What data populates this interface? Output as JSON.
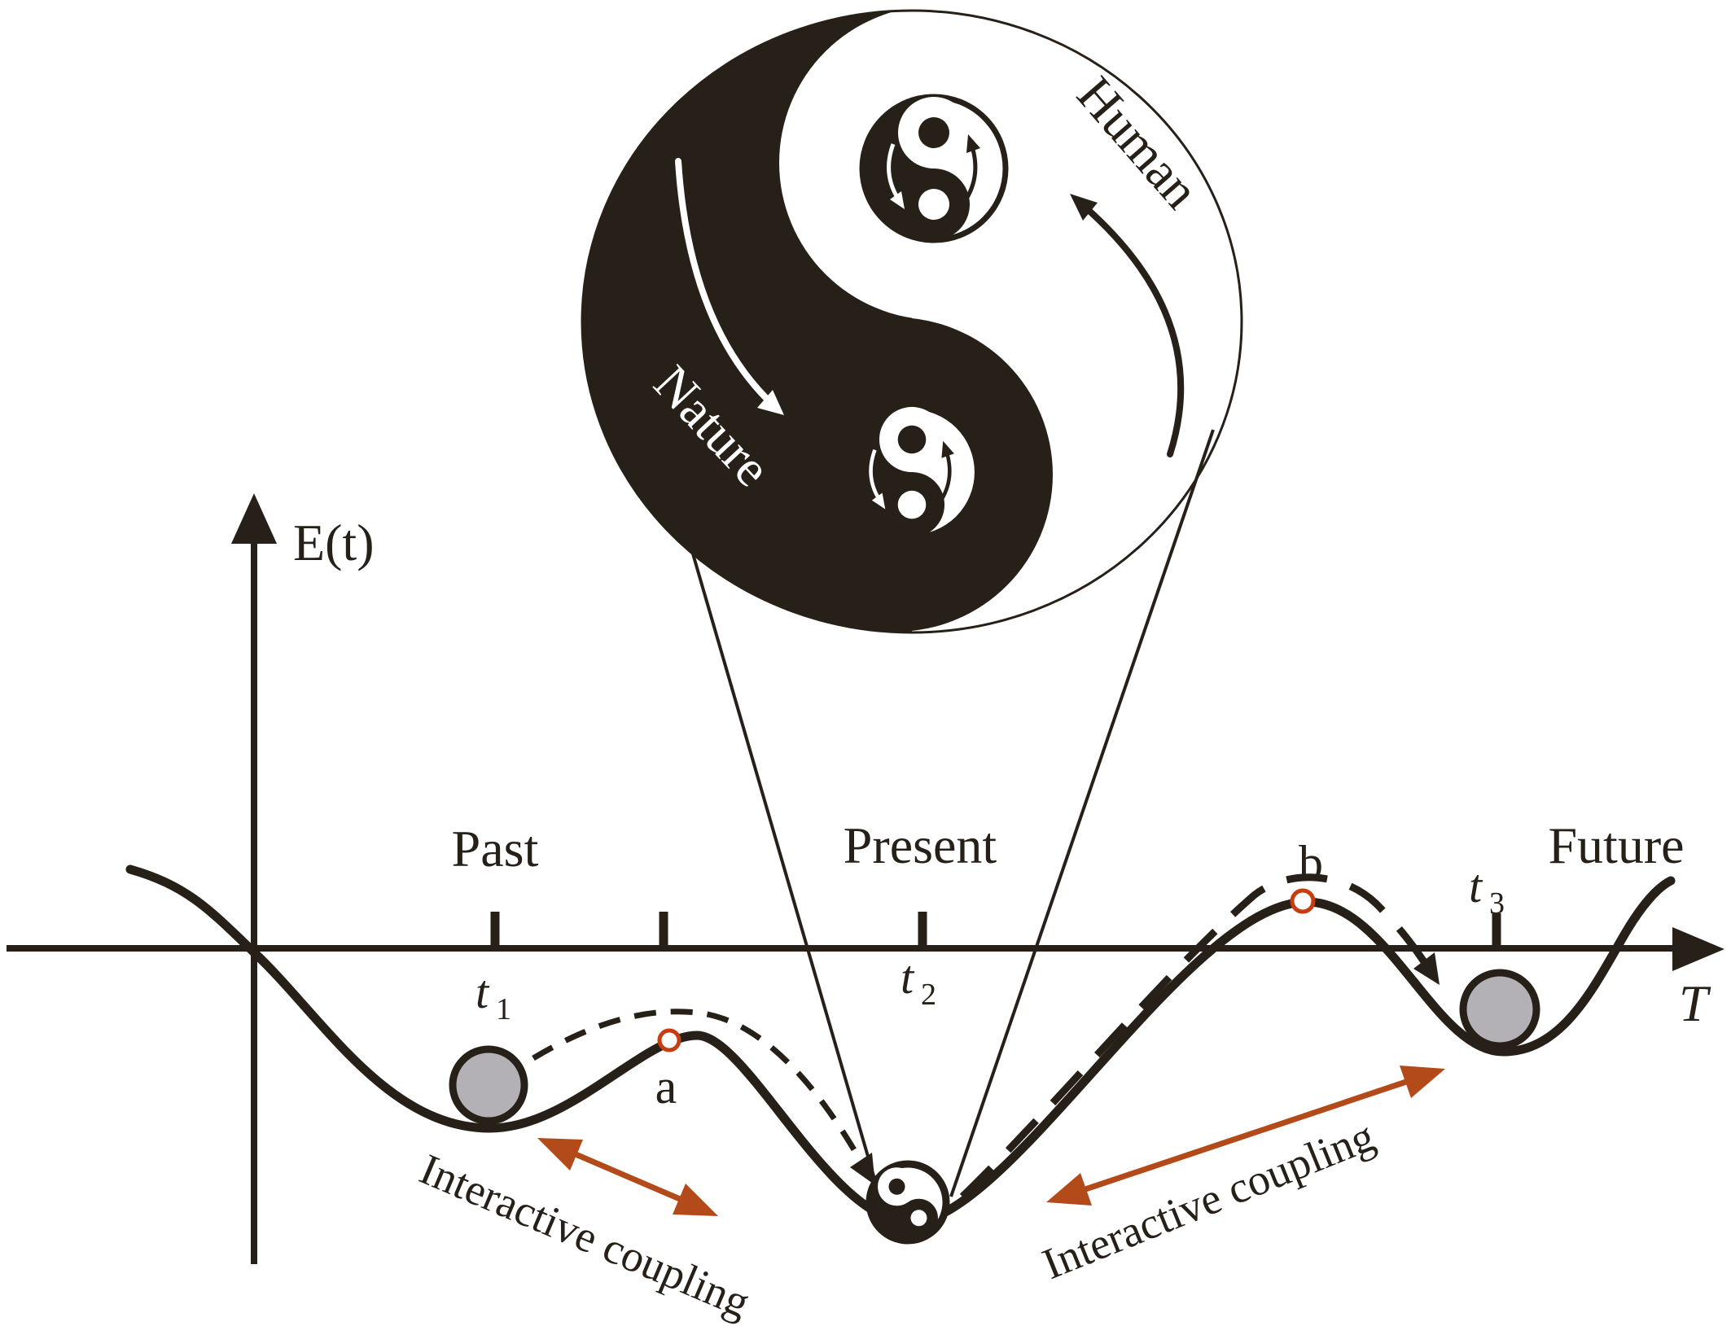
{
  "figure": {
    "type": "conceptual-diagram",
    "description": "Human-nature interactive coupling shown as a Tai-chi (yin-yang) symbol magnified from the present state of an energy landscape E(t) over time T"
  },
  "yin_yang": {
    "nature_label": "Nature",
    "human_label": "Human"
  },
  "axes": {
    "y_label": "E(t)",
    "x_label": "T"
  },
  "timeline": {
    "past": "Past",
    "present": "Present",
    "future": "Future"
  },
  "ticks": {
    "t1_base": "t",
    "t1_sub": "1",
    "t2_base": "t",
    "t2_sub": "2",
    "t3_base": "t",
    "t3_sub": "3"
  },
  "points": {
    "a": "a",
    "b": "b"
  },
  "annotations": {
    "coupling_left": "Interactive coupling",
    "coupling_right": "Interactive coupling"
  },
  "colors": {
    "ink": "#262019",
    "ball_gray": "#b3b1b5",
    "coupling_orange": "#b24a19",
    "marker_red": "#c73c10",
    "background": "#ffffff"
  }
}
